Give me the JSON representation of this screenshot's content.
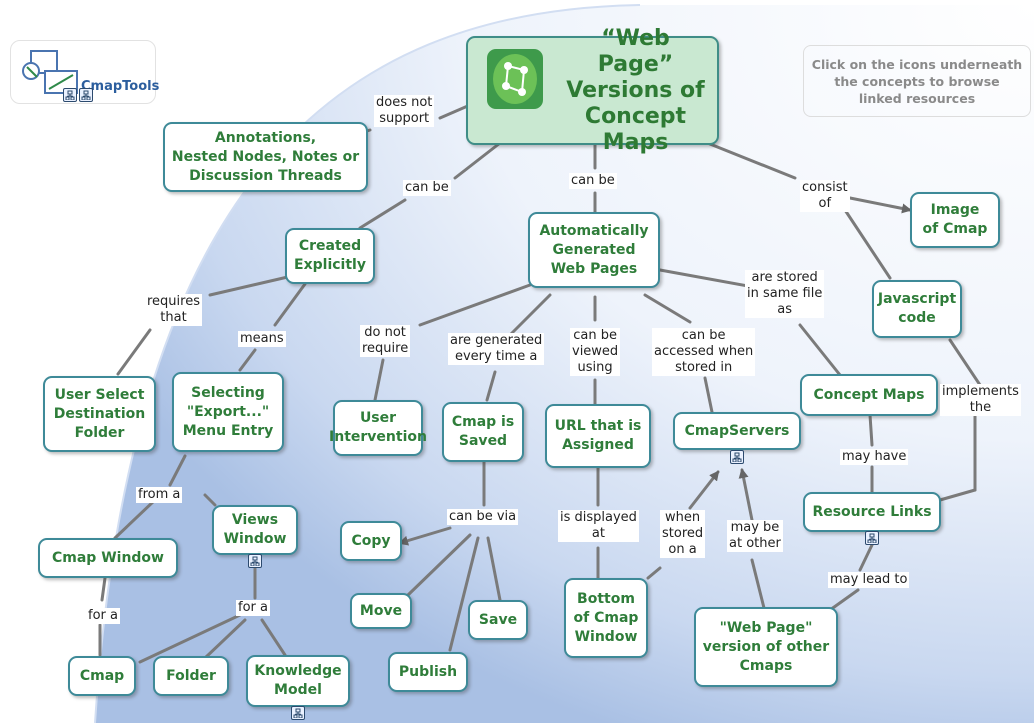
{
  "logo": {
    "text": "CmapTools"
  },
  "info_text": "Click on the icons underneath\nthe concepts to browse\nlinked resources",
  "colors": {
    "node_border": "#3e8a98",
    "node_text": "#2f7d3a",
    "root_fill": "#c9e8d1",
    "sky_gradient": "#a9c0e4",
    "link": "#777777"
  },
  "nodes": {
    "root": "“Web Page”\nVersions of\nConcept Maps",
    "annotations": "Annotations,\nNested Nodes, Notes or\nDiscussion Threads",
    "created_explicitly": "Created\nExplicitly",
    "auto_generated": "Automatically\nGenerated\nWeb Pages",
    "image_of_cmap": "Image\nof Cmap",
    "javascript_code": "Javascript\ncode",
    "user_select": "User Select\nDestination\nFolder",
    "selecting_export": "Selecting\n\"Export...\"\nMenu Entry",
    "user_intervention": "User\nIntervention",
    "cmap_is_saved": "Cmap is\nSaved",
    "url_assigned": "URL that is\nAssigned",
    "cmapservers": "CmapServers",
    "concept_maps": "Concept Maps",
    "views_window": "Views\nWindow",
    "cmap_window": "Cmap Window",
    "copy": "Copy",
    "move": "Move",
    "save": "Save",
    "publish": "Publish",
    "bottom_window": "Bottom\nof Cmap\nWindow",
    "resource_links": "Resource Links",
    "web_page_other": "\"Web Page\"\nversion of other\nCmaps",
    "cmap": "Cmap",
    "folder": "Folder",
    "knowledge_model": "Knowledge\nModel"
  },
  "links": {
    "does_not_support": "does not\nsupport",
    "can_be_left": "can be",
    "can_be_mid": "can be",
    "consist_of": "consist\nof",
    "requires_that": "requires\nthat",
    "means": "means",
    "do_not_require": "do not\nrequire",
    "are_generated": "are generated\nevery time a",
    "can_be_viewed": "can be\nviewed\nusing",
    "can_be_accessed": "can be\naccessed when\nstored in",
    "are_stored": "are stored\nin same file\nas",
    "implements_the": "implements\nthe",
    "may_have": "may have",
    "from_a": "from a",
    "can_be_via": "can be via",
    "is_displayed_at": "is displayed\nat",
    "when_stored_on_a": "when\nstored\non a",
    "may_be_at_other": "may be\nat other",
    "may_lead_to": "may lead to",
    "for_a_left": "for a",
    "for_a_mid": "for a"
  }
}
